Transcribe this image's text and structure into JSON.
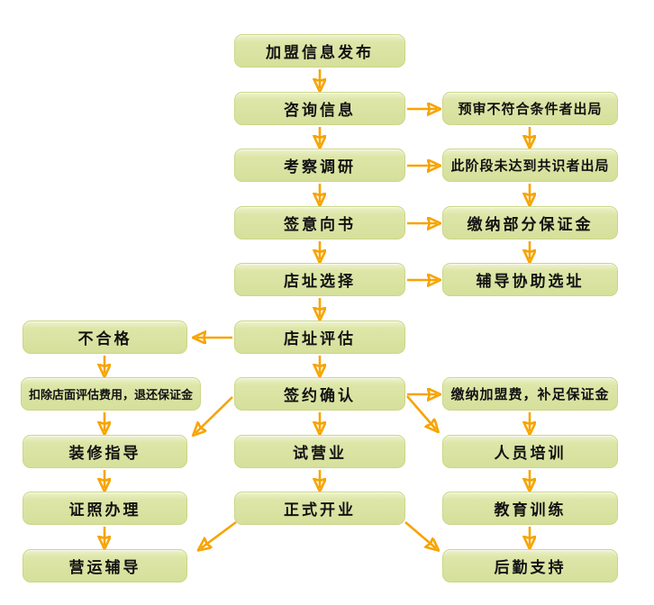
{
  "diagram": {
    "type": "flowchart",
    "background_color": "#ffffff",
    "box_fill_color": "#dbe4a3",
    "box_border_color": "#cbd687",
    "arrow_color": "#f7a400",
    "text_color": "#121212",
    "nodes": {
      "center": [
        "加盟信息发布",
        "咨询信息",
        "考察调研",
        "签意向书",
        "店址选择",
        "店址评估",
        "签约确认",
        "试营业",
        "正式开业"
      ],
      "right": [
        "预审不符合条件者出局",
        "此阶段未达到共识者出局",
        "缴纳部分保证金",
        "辅导协助选址",
        "缴纳加盟费，补足保证金",
        "人员培训",
        "教育训练",
        "后勤支持"
      ],
      "left": [
        "不合格",
        "扣除店面评估费用，退还保证金",
        "装修指导",
        "证照办理",
        "营运辅导"
      ]
    },
    "edges": [
      {
        "from": "加盟信息发布",
        "to": "咨询信息"
      },
      {
        "from": "咨询信息",
        "to": "考察调研"
      },
      {
        "from": "考察调研",
        "to": "签意向书"
      },
      {
        "from": "签意向书",
        "to": "店址选择"
      },
      {
        "from": "店址选择",
        "to": "店址评估"
      },
      {
        "from": "店址评估",
        "to": "签约确认"
      },
      {
        "from": "签约确认",
        "to": "试营业"
      },
      {
        "from": "试营业",
        "to": "正式开业"
      },
      {
        "from": "咨询信息",
        "to": "预审不符合条件者出局"
      },
      {
        "from": "考察调研",
        "to": "此阶段未达到共识者出局"
      },
      {
        "from": "签意向书",
        "to": "缴纳部分保证金"
      },
      {
        "from": "店址选择",
        "to": "辅导协助选址"
      },
      {
        "from": "预审不符合条件者出局",
        "to": "此阶段未达到共识者出局"
      },
      {
        "from": "此阶段未达到共识者出局",
        "to": "缴纳部分保证金"
      },
      {
        "from": "缴纳部分保证金",
        "to": "辅导协助选址"
      },
      {
        "from": "店址评估",
        "to": "不合格"
      },
      {
        "from": "不合格",
        "to": "扣除店面评估费用，退还保证金"
      },
      {
        "from": "扣除店面评估费用，退还保证金",
        "to": "装修指导"
      },
      {
        "from": "装修指导",
        "to": "证照办理"
      },
      {
        "from": "证照办理",
        "to": "营运辅导"
      },
      {
        "from": "签约确认",
        "to": "缴纳加盟费，补足保证金"
      },
      {
        "from": "签约确认",
        "to": "装修指导"
      },
      {
        "from": "签约确认",
        "to": "人员培训"
      },
      {
        "from": "缴纳加盟费，补足保证金",
        "to": "人员培训"
      },
      {
        "from": "人员培训",
        "to": "教育训练"
      },
      {
        "from": "教育训练",
        "to": "后勤支持"
      },
      {
        "from": "正式开业",
        "to": "营运辅导"
      },
      {
        "from": "正式开业",
        "to": "后勤支持"
      }
    ]
  }
}
